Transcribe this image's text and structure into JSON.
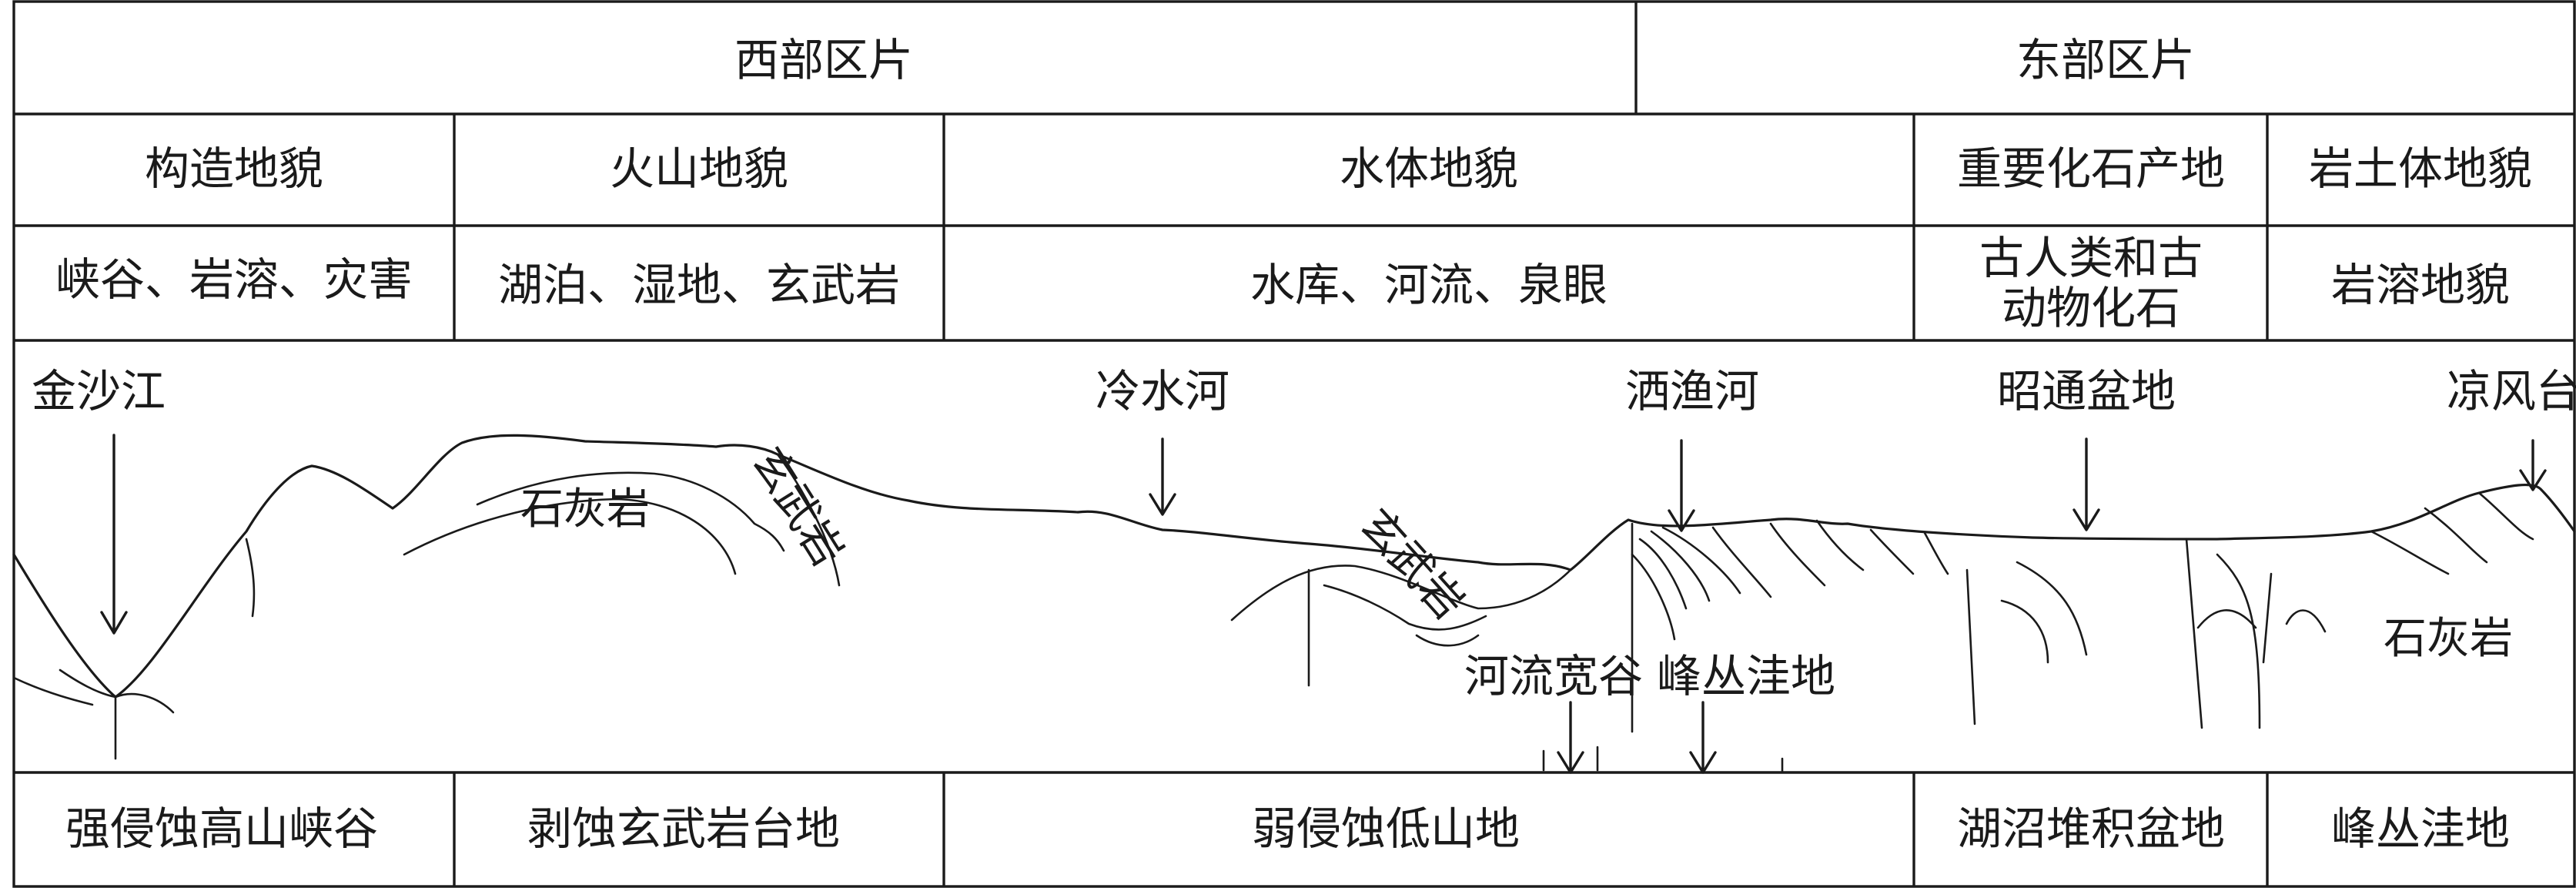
{
  "regions": {
    "west": "西部区片",
    "east": "东部区片"
  },
  "types": {
    "structural": "构造地貌",
    "volcanic": "火山地貌",
    "water": "水体地貌",
    "fossil": "重要化石产地",
    "rock_soil": "岩土体地貌"
  },
  "examples": {
    "structural": "峡谷、岩溶、灾害",
    "volcanic": "湖泊、湿地、玄武岩",
    "water": "水库、河流、泉眼",
    "fossil_line1": "古人类和古",
    "fossil_line2": "动物化石",
    "rock_soil": "岩溶地貌"
  },
  "profile": {
    "places": {
      "jinsha": "金沙江",
      "lengshui": "冷水河",
      "sayu": "洒渔河",
      "zhaotong": "昭通盆地",
      "liangfeng": "凉风台"
    },
    "rocks": {
      "limestone_west": "石灰岩",
      "basalt_west": "玄武岩",
      "basalt_mid": "玄武岩",
      "limestone_east": "石灰岩"
    },
    "features": {
      "valley": "河流宽谷",
      "karst": "峰丛洼地"
    }
  },
  "landforms": {
    "a": "强侵蚀高山峡谷",
    "b": "剥蚀玄武岩台地",
    "c": "弱侵蚀低山地",
    "d": "湖沼堆积盆地",
    "e": "峰丛洼地"
  }
}
